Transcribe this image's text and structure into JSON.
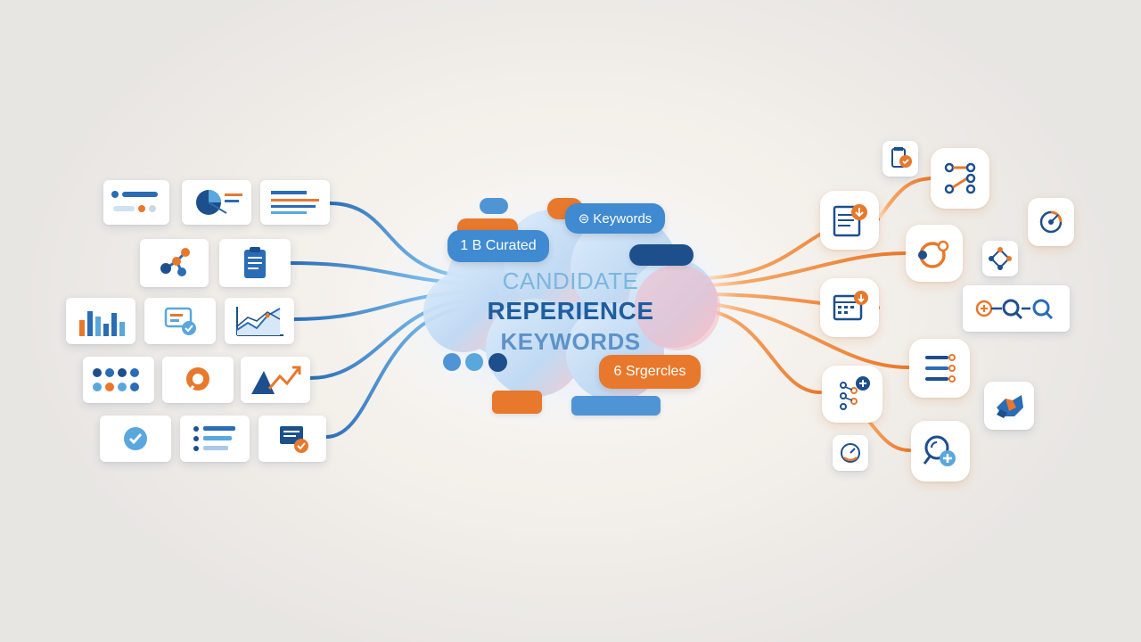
{
  "title": {
    "line1": "CANDIDATE",
    "line2": "REPERIENCE",
    "line3": "KEYWORDS"
  },
  "tags": {
    "curated": "1 В Curated",
    "keywords": "⊜ Keywords",
    "sources": "6 Srgercles"
  },
  "colors": {
    "blue": "#2a6cb5",
    "navy": "#1d4f8c",
    "orange": "#e8782c",
    "light_blue": "#5aa7dd"
  }
}
